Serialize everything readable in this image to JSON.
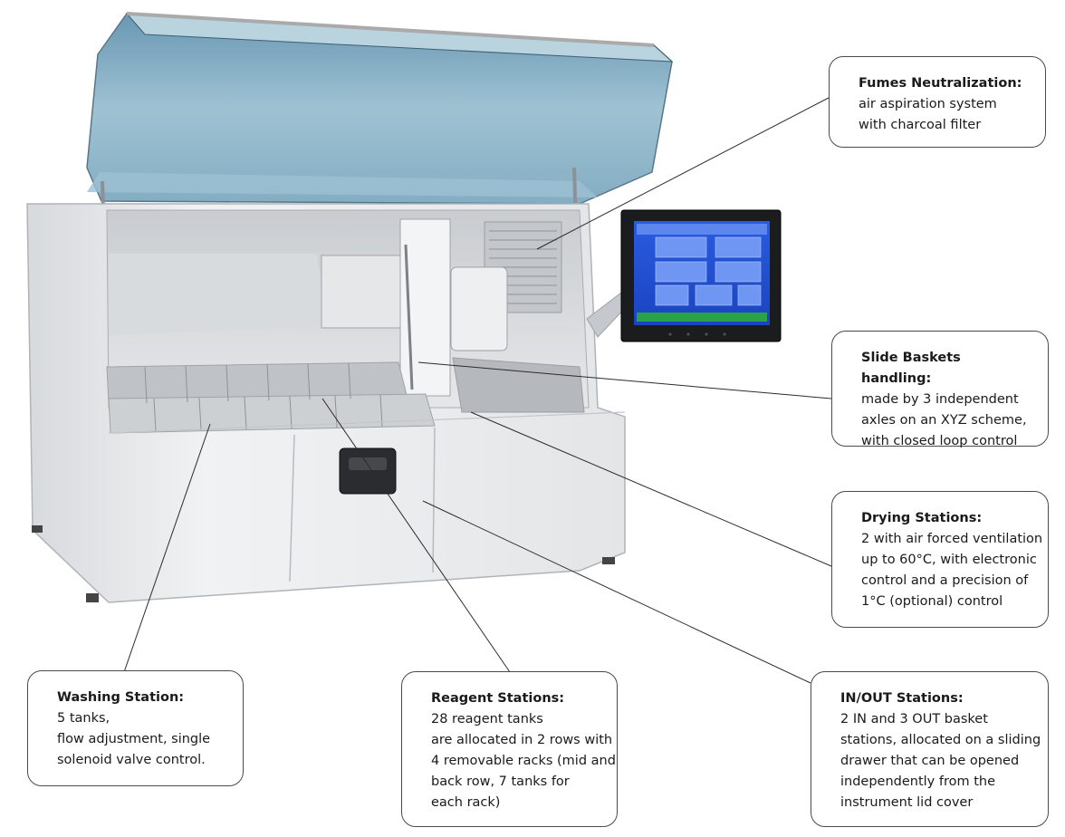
{
  "callouts": {
    "fumes": {
      "title": "Fumes Neutralization:",
      "lines": [
        "air aspiration system",
        "with charcoal filter"
      ]
    },
    "baskets": {
      "title": "Slide Baskets handling:",
      "lines": [
        "made by 3 independent",
        "axles on an XYZ scheme,",
        "with closed loop control"
      ]
    },
    "drying": {
      "title": "Drying Stations:",
      "lines": [
        "2 with air forced ventilation",
        "up to 60°C, with electronic",
        "control and a precision of",
        "1°C (optional) control"
      ]
    },
    "washing": {
      "title": "Washing Station:",
      "lines": [
        "5 tanks,",
        "flow adjustment, single",
        "solenoid valve  control."
      ]
    },
    "reagent": {
      "title": "Reagent Stations:",
      "lines": [
        "28 reagent tanks",
        "are allocated in 2 rows with",
        "4 removable racks (mid and",
        "back row, 7 tanks for",
        "each rack)"
      ]
    },
    "inout": {
      "title": "IN/OUT Stations:",
      "lines": [
        "2 IN and 3 OUT basket",
        "stations, allocated on a sliding",
        "drawer that can be opened",
        "independently from the",
        "instrument lid cover"
      ]
    }
  },
  "colors": {
    "lid": "#6f9fb8",
    "body": "#eceef0",
    "screen": "#1f4fd6",
    "border": "#4a4a4a"
  },
  "icons": {
    "instrument": "slide-stainer-illustration",
    "monitor": "touchscreen-monitor"
  }
}
